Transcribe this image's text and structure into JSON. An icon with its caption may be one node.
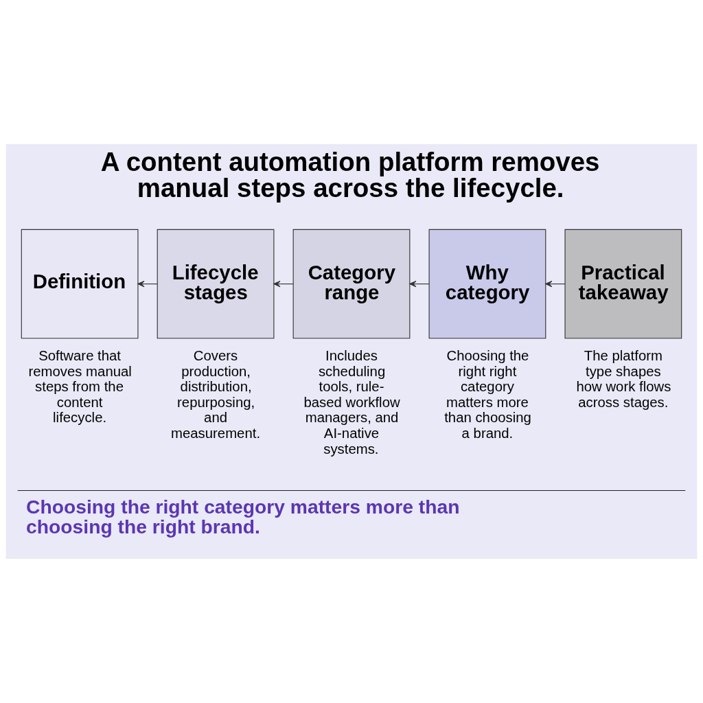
{
  "diagram": {
    "title": "A content automation platform removes manual steps across the lifecycle.",
    "caption": "Choosing the right category matters more than choosing the right brand.",
    "nodes": [
      {
        "text": [
          "Definition"
        ],
        "beside": [
          "Software that removes manual steps from the content lifecycle."
        ]
      },
      {
        "text": [
          "Lifecycle stages"
        ],
        "beside": [
          "Covers production, distribution, repurposing, and measurement."
        ]
      },
      {
        "text": [
          "Category range"
        ],
        "beside": [
          "Includes scheduling tools, rule-based workflow managers, and AI-native systems."
        ]
      },
      {
        "text": [
          "Why category"
        ],
        "beside": [
          "Choosing the right right category matters more than choosing a brand."
        ]
      },
      {
        "text": [
          "Practical takeaway"
        ],
        "beside": [
          "The platform type shapes how work flows across stages."
        ]
      }
    ],
    "edges": [
      {
        "from": 1,
        "to": 0,
        "arrow": "to"
      },
      {
        "from": 2,
        "to": 1,
        "arrow": "to"
      },
      {
        "from": 3,
        "to": 2,
        "arrow": "to"
      },
      {
        "from": 4,
        "to": 3,
        "arrow": "to"
      }
    ]
  }
}
